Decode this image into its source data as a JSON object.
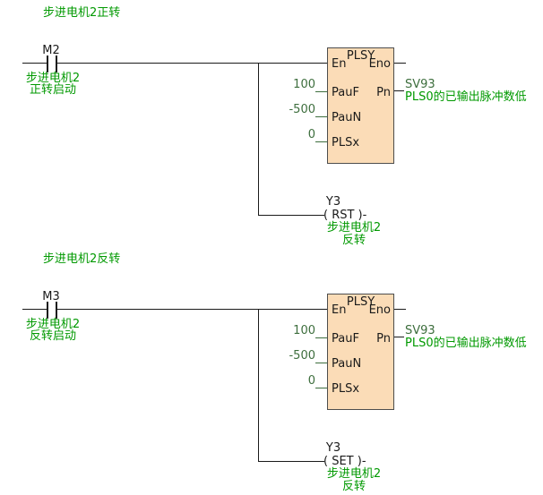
{
  "colors": {
    "comment_green": "#009900",
    "operand_green": "#3d6e3d",
    "block_fill": "#fbdcb7",
    "block_border": "#4d4d4d",
    "wire": "#1a1a1a"
  },
  "rungs": [
    {
      "title": "步进电机2正转",
      "contact": {
        "name": "M2",
        "comment1": "步进电机2",
        "comment2": "正转启动"
      },
      "block": {
        "title": "PLSY",
        "en": "En",
        "eno": "Eno",
        "inputs": [
          {
            "value": "100",
            "pin": "PauF"
          },
          {
            "value": "-500",
            "pin": "PauN"
          },
          {
            "value": "0",
            "pin": "PLSx"
          }
        ],
        "output": {
          "pin": "Pn",
          "operand": "SV93",
          "comment": "PLS0的已输出脉冲数低"
        }
      },
      "coil": {
        "name": "Y3",
        "instruction": "( RST )-",
        "comment1": "步进电机2",
        "comment2": "反转"
      }
    },
    {
      "title": "步进电机2反转",
      "contact": {
        "name": "M3",
        "comment1": "步进电机2",
        "comment2": "反转启动"
      },
      "block": {
        "title": "PLSY",
        "en": "En",
        "eno": "Eno",
        "inputs": [
          {
            "value": "100",
            "pin": "PauF"
          },
          {
            "value": "-500",
            "pin": "PauN"
          },
          {
            "value": "0",
            "pin": "PLSx"
          }
        ],
        "output": {
          "pin": "Pn",
          "operand": "SV93",
          "comment": "PLS0的已输出脉冲数低"
        }
      },
      "coil": {
        "name": "Y3",
        "instruction": "( SET )-",
        "comment1": "步进电机2",
        "comment2": "反转"
      }
    }
  ]
}
